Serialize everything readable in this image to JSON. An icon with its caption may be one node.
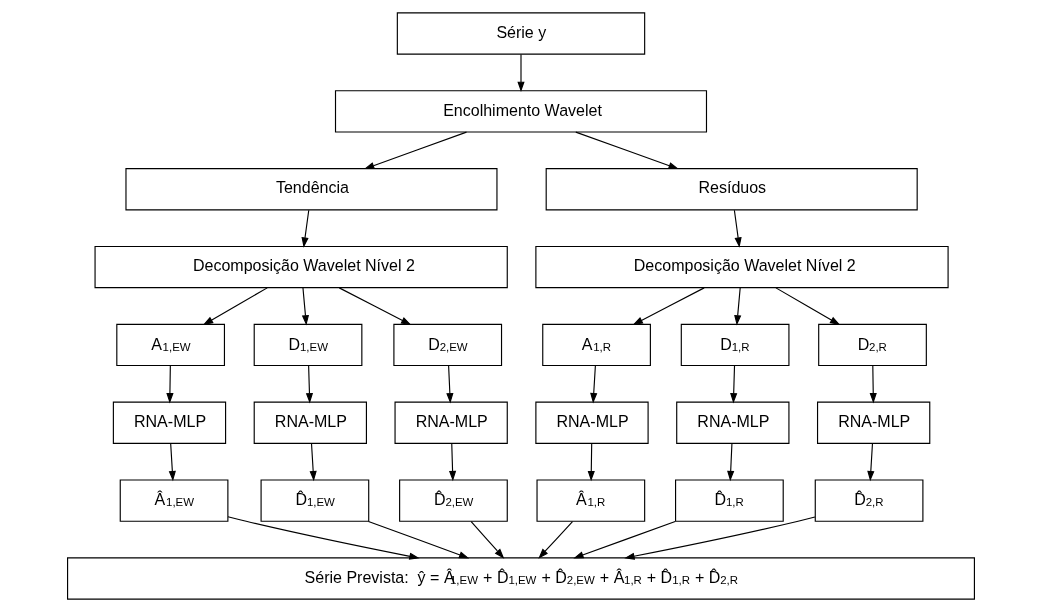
{
  "diagram": {
    "nodes": [
      {
        "text": [
          "Série y"
        ]
      },
      {
        "text": [
          "Encolhimento Wavelet"
        ]
      },
      {
        "text": [
          "Tendência"
        ]
      },
      {
        "text": [
          "Resíduos"
        ]
      },
      {
        "text": [
          "Decomposição Wavelet Nível 2"
        ]
      },
      {
        "text": [
          "Decomposição Wavelet Nível 2"
        ]
      },
      {
        "text": [
          "A$_{1,EW}$"
        ]
      },
      {
        "text": [
          "D$_{1,EW}$"
        ]
      },
      {
        "text": [
          "D$_{2,EW}$"
        ]
      },
      {
        "text": [
          "A$_{1,R}$"
        ]
      },
      {
        "text": [
          "D$_{1,R}$"
        ]
      },
      {
        "text": [
          "D$_{2,R}$"
        ]
      },
      {
        "text": [
          "RNA-MLP"
        ]
      },
      {
        "text": [
          "RNA-MLP"
        ]
      },
      {
        "text": [
          "RNA-MLP"
        ]
      },
      {
        "text": [
          "RNA-MLP"
        ]
      },
      {
        "text": [
          "RNA-MLP"
        ]
      },
      {
        "text": [
          "RNA-MLP"
        ]
      },
      {
        "text": [
          "Â$_{1,EW}$"
        ]
      },
      {
        "text": [
          "D̂$_{1,EW}$"
        ]
      },
      {
        "text": [
          "D̂$_{2,EW}$"
        ]
      },
      {
        "text": [
          "Â$_{1,R}$"
        ]
      },
      {
        "text": [
          "D̂$_{1,R}$"
        ]
      },
      {
        "text": [
          "D̂$_{2,R}$"
        ]
      },
      {
        "text": [
          "Série Prevista:  ŷ = Â$_{1,EW}$ + D̂$_{1,EW}$ + D̂$_{2,EW}$ + Â$_{1,R}$ + D̂$_{1,R}$ + D̂$_{2,R}$"
        ]
      }
    ],
    "edges": [
      {
        "from": 0,
        "to": 1,
        "arrow": "to"
      },
      {
        "from": 1,
        "to": 2,
        "arrow": "to"
      },
      {
        "from": 1,
        "to": 3,
        "arrow": "to"
      },
      {
        "from": 2,
        "to": 4,
        "arrow": "to"
      },
      {
        "from": 3,
        "to": 5,
        "arrow": "to"
      },
      {
        "from": 4,
        "to": 6,
        "arrow": "to"
      },
      {
        "from": 4,
        "to": 7,
        "arrow": "to"
      },
      {
        "from": 4,
        "to": 8,
        "arrow": "to"
      },
      {
        "from": 5,
        "to": 9,
        "arrow": "to"
      },
      {
        "from": 5,
        "to": 10,
        "arrow": "to"
      },
      {
        "from": 5,
        "to": 11,
        "arrow": "to"
      },
      {
        "from": 6,
        "to": 12,
        "arrow": "to"
      },
      {
        "from": 7,
        "to": 13,
        "arrow": "to"
      },
      {
        "from": 8,
        "to": 14,
        "arrow": "to"
      },
      {
        "from": 9,
        "to": 15,
        "arrow": "to"
      },
      {
        "from": 10,
        "to": 16,
        "arrow": "to"
      },
      {
        "from": 11,
        "to": 17,
        "arrow": "to"
      },
      {
        "from": 12,
        "to": 18,
        "arrow": "to"
      },
      {
        "from": 13,
        "to": 19,
        "arrow": "to"
      },
      {
        "from": 14,
        "to": 20,
        "arrow": "to"
      },
      {
        "from": 15,
        "to": 21,
        "arrow": "to"
      },
      {
        "from": 16,
        "to": 22,
        "arrow": "to"
      },
      {
        "from": 17,
        "to": 23,
        "arrow": "to"
      },
      {
        "from": 18,
        "to": 24,
        "arrow": "to"
      },
      {
        "from": 19,
        "to": 24,
        "arrow": "to"
      },
      {
        "from": 20,
        "to": 24,
        "arrow": "to"
      },
      {
        "from": 21,
        "to": 24,
        "arrow": "to"
      },
      {
        "from": 22,
        "to": 24,
        "arrow": "to"
      },
      {
        "from": 23,
        "to": 24,
        "arrow": "to"
      }
    ]
  }
}
